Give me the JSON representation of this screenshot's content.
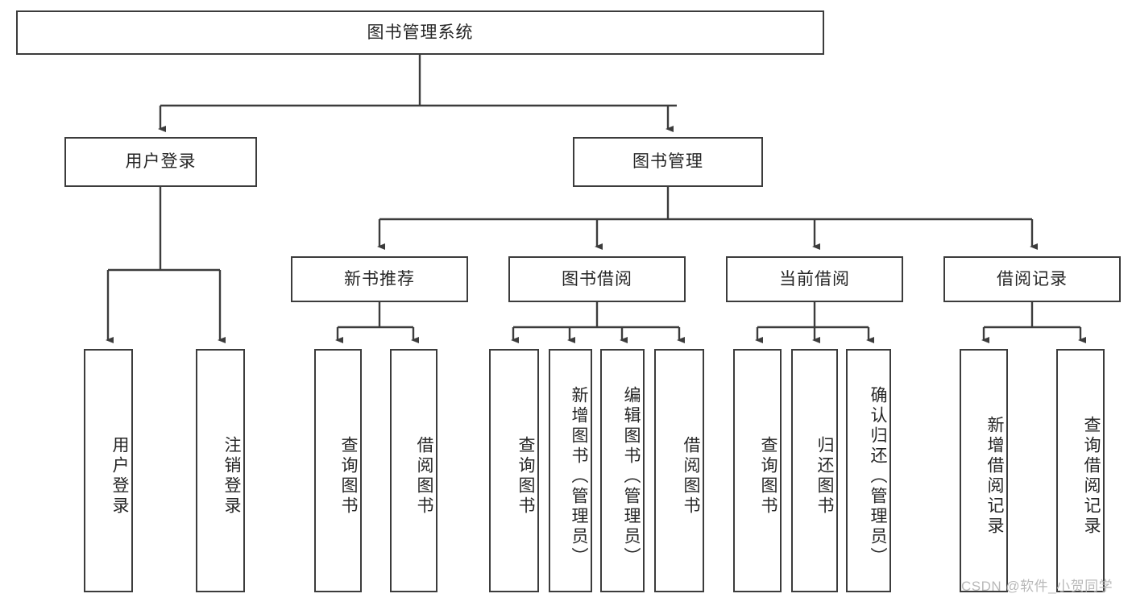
{
  "diagram": {
    "type": "tree",
    "title": "图书管理系统",
    "root": {
      "label": "图书管理系统"
    },
    "level2": [
      {
        "label": "用户登录"
      },
      {
        "label": "图书管理"
      }
    ],
    "level3": [
      {
        "label": "新书推荐"
      },
      {
        "label": "图书借阅"
      },
      {
        "label": "当前借阅"
      },
      {
        "label": "借阅记录"
      }
    ],
    "leaves": {
      "user_login": [
        {
          "label": "用户登录"
        },
        {
          "label": "注销登录"
        }
      ],
      "new_book_recommend": [
        {
          "label": "查询图书"
        },
        {
          "label": "借阅图书"
        }
      ],
      "book_borrow": [
        {
          "label": "查询图书"
        },
        {
          "label": "新增图书（管理员）"
        },
        {
          "label": "编辑图书（管理员）"
        },
        {
          "label": "借阅图书"
        }
      ],
      "current_borrow": [
        {
          "label": "查询图书"
        },
        {
          "label": "归还图书"
        },
        {
          "label": "确认归还（管理员）"
        }
      ],
      "borrow_record": [
        {
          "label": "新增借阅记录"
        },
        {
          "label": "查询借阅记录"
        }
      ]
    }
  },
  "watermark": {
    "text": "CSDN @软件_小贺同学"
  },
  "colors": {
    "box_border": "#3c3c3c",
    "box_fill": "#ffffff",
    "connector": "#3c3c3c",
    "text": "#262626",
    "watermark": "#b9b9b9"
  }
}
